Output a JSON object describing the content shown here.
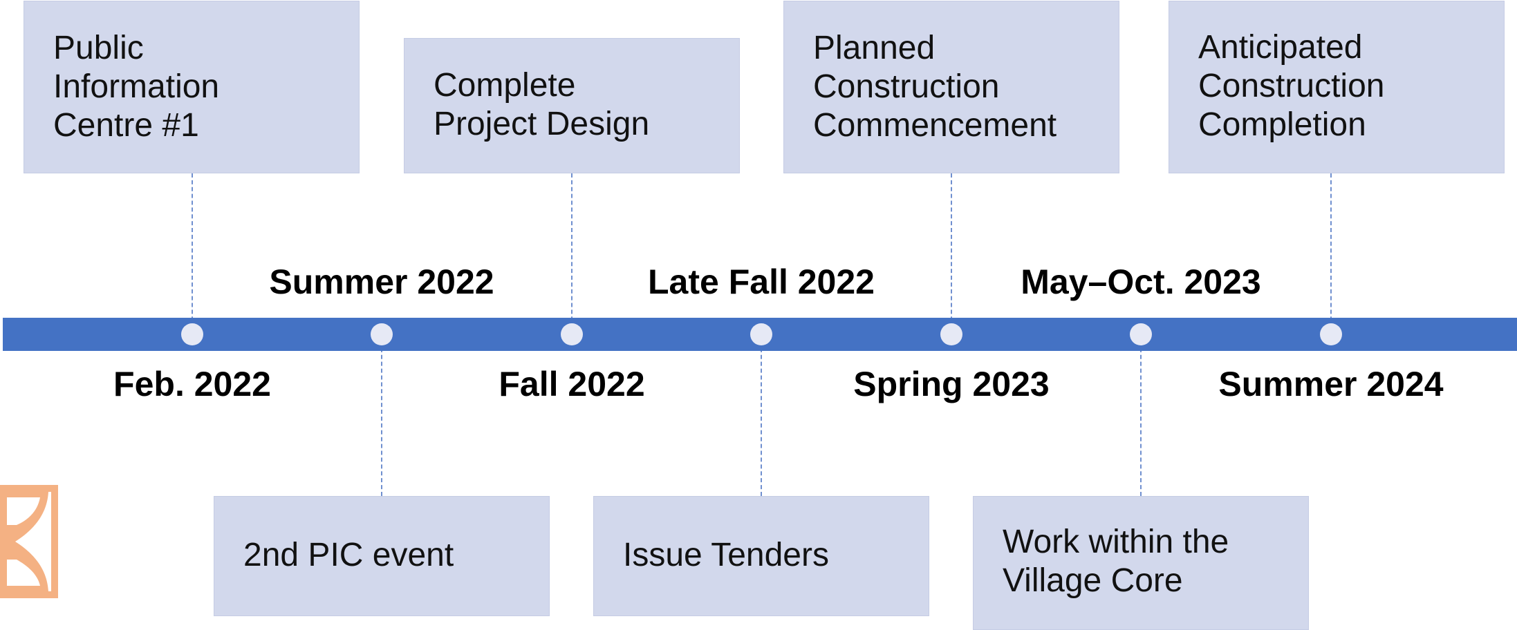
{
  "milestones": {
    "pic1": {
      "label": "Public\nInformation\nCentre #1",
      "date": "Feb. 2022"
    },
    "pic2": {
      "label": "2nd PIC event",
      "date": "Summer 2022"
    },
    "design": {
      "label": "Complete\nProject Design",
      "date": "Fall 2022"
    },
    "tenders": {
      "label": "Issue Tenders",
      "date": "Late Fall 2022"
    },
    "commence": {
      "label": "Planned\nConstruction\nCommencement",
      "date": "Spring 2023"
    },
    "village": {
      "label": "Work within the\nVillage Core",
      "date": "May–Oct. 2023"
    },
    "completion": {
      "label": "Anticipated\nConstruction\nCompletion",
      "date": "Summer 2024"
    }
  },
  "colors": {
    "timeline_bar": "#4472c4",
    "box_fill": "#d2d8ec",
    "dot": "#e6e9f5",
    "hourglass": "#f4b183"
  },
  "icons": [
    "hourglass-icon"
  ]
}
